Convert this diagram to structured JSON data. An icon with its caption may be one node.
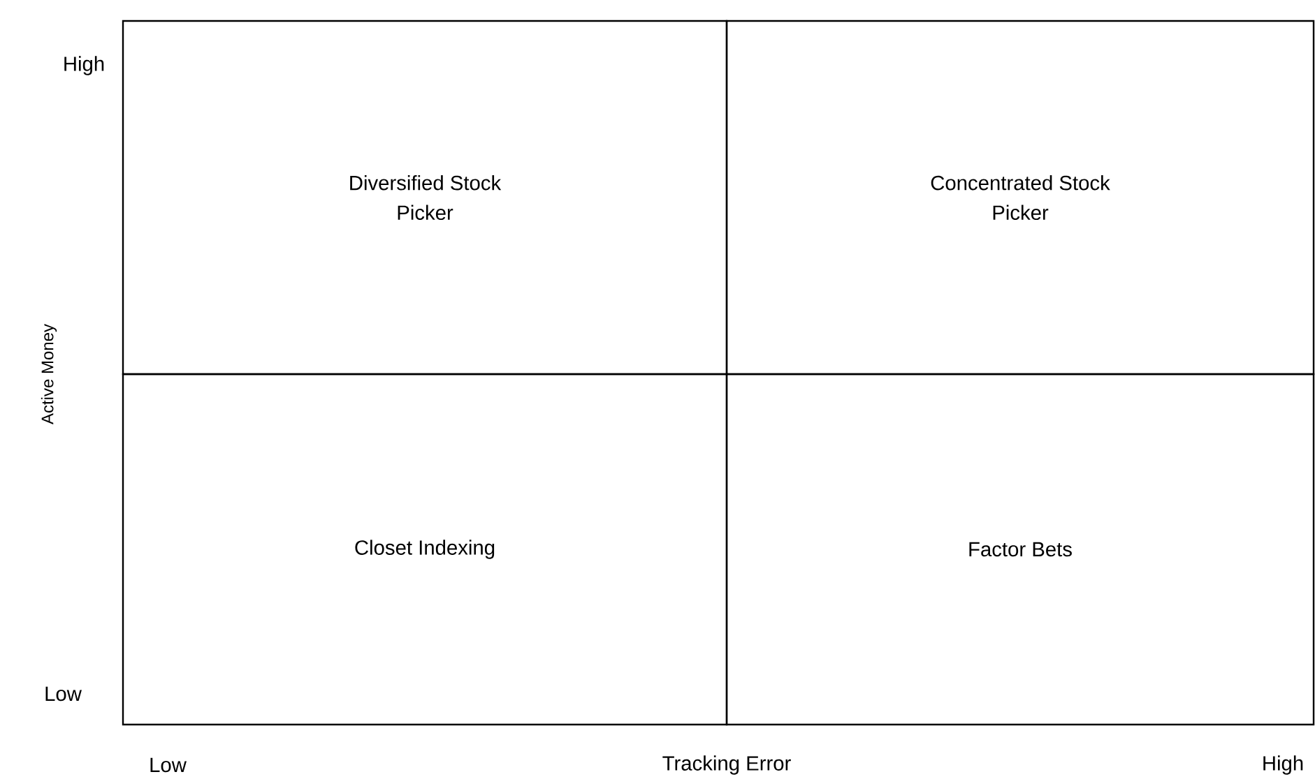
{
  "diagram": {
    "nodes": [
      {
        "text": [
          "Diversified Stock Picker"
        ]
      },
      {
        "text": [
          "Concentrated Stock Picker"
        ]
      },
      {
        "text": [
          "Closet Indexing"
        ]
      },
      {
        "text": [
          "Factor Bets"
        ]
      }
    ],
    "labels": [
      "High",
      "Active Money",
      "Low",
      "Low",
      "Tracking Error",
      "High"
    ]
  }
}
